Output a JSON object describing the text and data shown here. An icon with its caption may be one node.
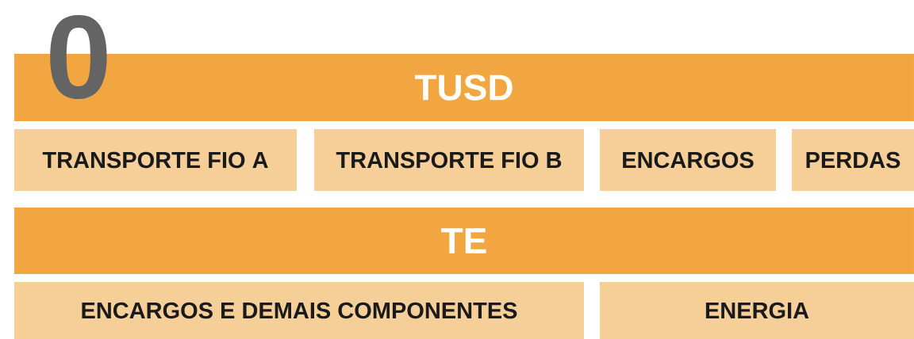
{
  "diagram": {
    "nodes": [
      {
        "text": [
          "TUSD"
        ]
      },
      {
        "text": [
          "TRANSPORTE FIO A"
        ]
      },
      {
        "text": [
          "TRANSPORTE FIO B"
        ]
      },
      {
        "text": [
          "ENCARGOS"
        ]
      },
      {
        "text": [
          "PERDAS"
        ]
      },
      {
        "text": [
          "TE"
        ]
      },
      {
        "text": [
          "ENCARGOS E DEMAIS COMPONENTES"
        ]
      },
      {
        "text": [
          "ENERGIA"
        ]
      }
    ],
    "labels": [
      "0"
    ]
  }
}
